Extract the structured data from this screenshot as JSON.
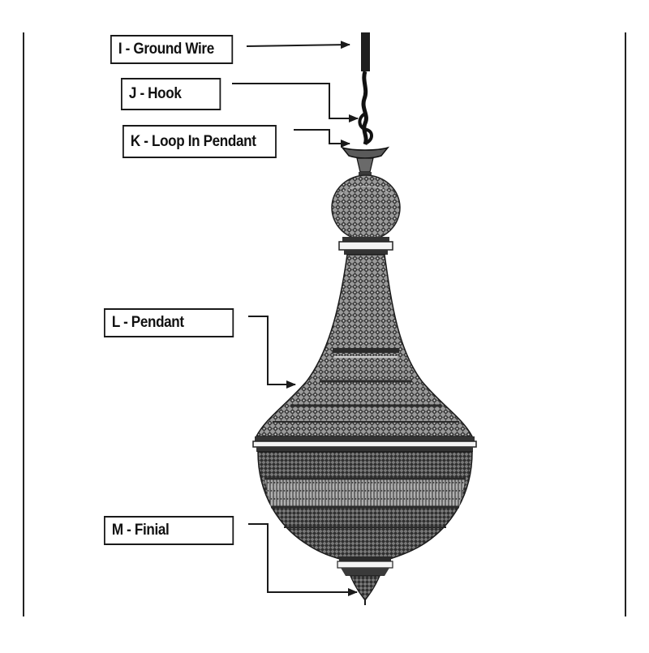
{
  "diagram": {
    "labels": {
      "ground_wire": "I - Ground Wire",
      "hook": "J - Hook",
      "loop_in_pendant": "K - Loop In Pendant",
      "pendant": "L - Pendant",
      "finial": "M - Finial"
    },
    "colors": {
      "ink": "#1a1a1a",
      "paper": "#ffffff",
      "glass_light": "#8a8a8a",
      "glass_dark": "#2a2a2a"
    }
  }
}
